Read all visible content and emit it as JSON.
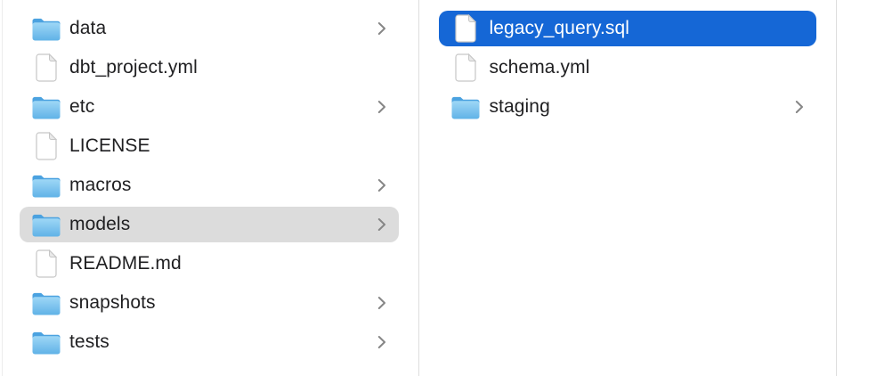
{
  "app": {
    "view": "finder-column-view",
    "selection_primary_color": "#1567d6",
    "selection_secondary_color": "#dcdcdc",
    "divider_color": "#dedede",
    "text_color": "#1f1f21",
    "selected_text_color": "#ffffff",
    "icons": {
      "folder": "folder-icon",
      "file": "document-icon",
      "chevron": "chevron-right-icon"
    }
  },
  "columns": [
    {
      "name": "left-column",
      "items": [
        {
          "label": "data",
          "type": "folder",
          "chevron": true,
          "selected": "none"
        },
        {
          "label": "dbt_project.yml",
          "type": "file",
          "chevron": false,
          "selected": "none"
        },
        {
          "label": "etc",
          "type": "folder",
          "chevron": true,
          "selected": "none"
        },
        {
          "label": "LICENSE",
          "type": "file",
          "chevron": false,
          "selected": "none"
        },
        {
          "label": "macros",
          "type": "folder",
          "chevron": true,
          "selected": "none"
        },
        {
          "label": "models",
          "type": "folder",
          "chevron": true,
          "selected": "secondary"
        },
        {
          "label": "README.md",
          "type": "file",
          "chevron": false,
          "selected": "none"
        },
        {
          "label": "snapshots",
          "type": "folder",
          "chevron": true,
          "selected": "none"
        },
        {
          "label": "tests",
          "type": "folder",
          "chevron": true,
          "selected": "none"
        }
      ]
    },
    {
      "name": "right-column",
      "items": [
        {
          "label": "legacy_query.sql",
          "type": "file",
          "chevron": false,
          "selected": "primary"
        },
        {
          "label": "schema.yml",
          "type": "file",
          "chevron": false,
          "selected": "none"
        },
        {
          "label": "staging",
          "type": "folder",
          "chevron": true,
          "selected": "none"
        }
      ]
    }
  ]
}
